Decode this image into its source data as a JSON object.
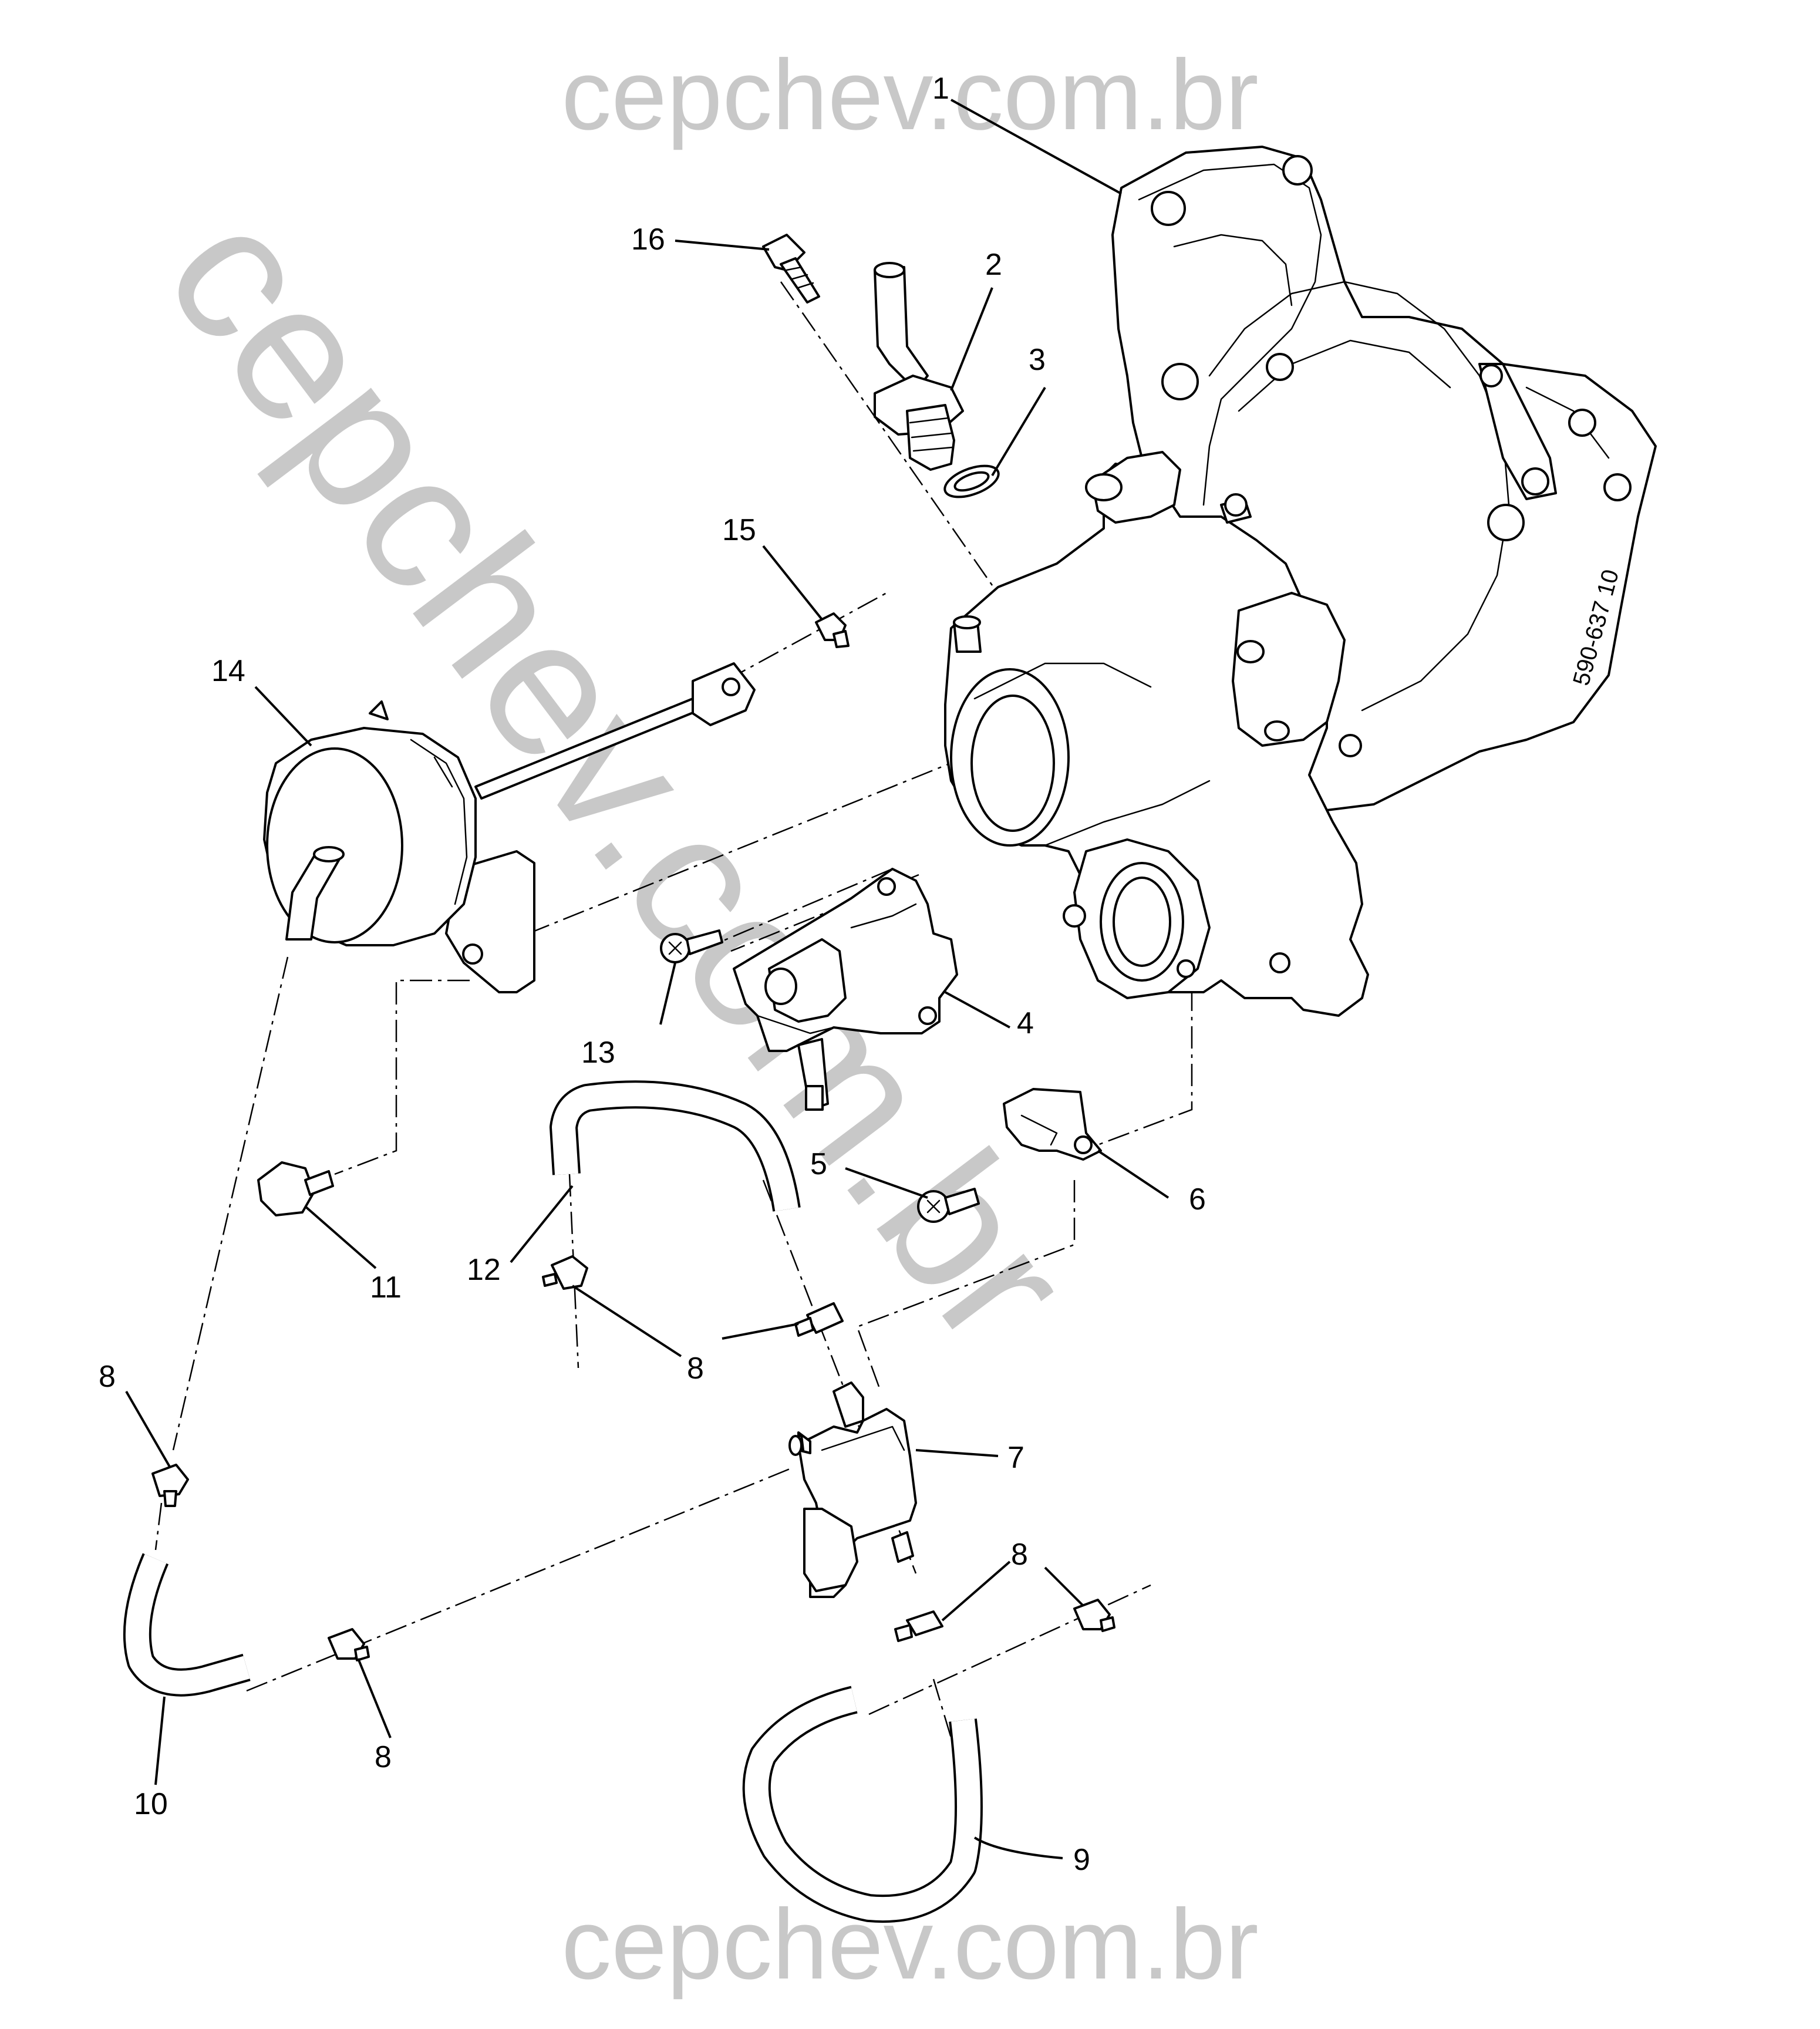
{
  "watermarks": {
    "top": "cepchev.com.br",
    "bottom": "cepchev.com.br",
    "diagonal": "cepchev.com.br"
  },
  "callouts": [
    {
      "id": "c1",
      "label": "1"
    },
    {
      "id": "c2",
      "label": "2"
    },
    {
      "id": "c3",
      "label": "3"
    },
    {
      "id": "c4",
      "label": "4"
    },
    {
      "id": "c5",
      "label": "5"
    },
    {
      "id": "c6",
      "label": "6"
    },
    {
      "id": "c7",
      "label": "7"
    },
    {
      "id": "c8a",
      "label": "8"
    },
    {
      "id": "c8b",
      "label": "8"
    },
    {
      "id": "c8c",
      "label": "8"
    },
    {
      "id": "c8d",
      "label": "8"
    },
    {
      "id": "c9",
      "label": "9"
    },
    {
      "id": "c10",
      "label": "10"
    },
    {
      "id": "c11",
      "label": "11"
    },
    {
      "id": "c12",
      "label": "12"
    },
    {
      "id": "c13",
      "label": "13"
    },
    {
      "id": "c14",
      "label": "14"
    },
    {
      "id": "c15",
      "label": "15"
    },
    {
      "id": "c16",
      "label": "16"
    }
  ],
  "part_marking": "590-637 10"
}
